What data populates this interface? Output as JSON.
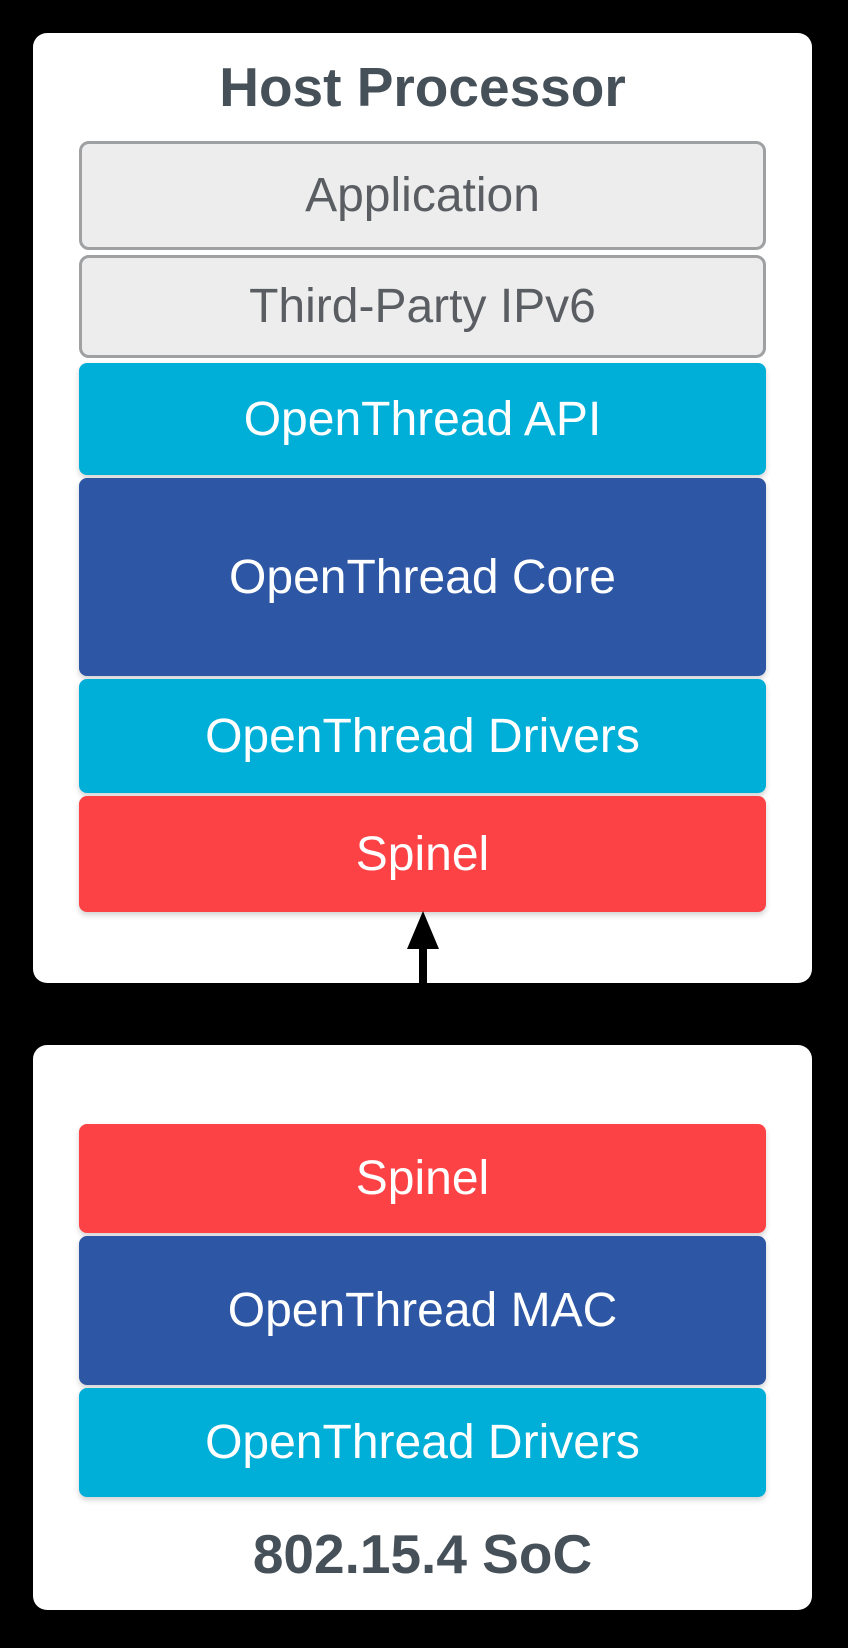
{
  "host_card": {
    "title": "Host Processor",
    "layers": [
      {
        "label": "Application",
        "type": "gray"
      },
      {
        "label": "Third-Party IPv6",
        "type": "gray"
      },
      {
        "label": "OpenThread API",
        "type": "cyan"
      },
      {
        "label": "OpenThread Core",
        "type": "blue"
      },
      {
        "label": "OpenThread Drivers",
        "type": "cyan"
      },
      {
        "label": "Spinel",
        "type": "red"
      }
    ]
  },
  "connector": {
    "name": "bidirectional-arrow",
    "direction": "vertical"
  },
  "soc_card": {
    "title": "802.15.4 SoC",
    "layers": [
      {
        "label": "Spinel",
        "type": "red"
      },
      {
        "label": "OpenThread MAC",
        "type": "blue"
      },
      {
        "label": "OpenThread Drivers",
        "type": "cyan"
      }
    ]
  },
  "colors": {
    "page_bg": "#000000",
    "card_bg": "#ffffff",
    "cyan": "#00AFD8",
    "blue": "#2D56A5",
    "red": "#FC4245",
    "gray_fill": "#EDEDED",
    "gray_border": "#9EA0A2",
    "title_text": "#465058",
    "gray_text": "#5A5E63",
    "white_text": "#ffffff",
    "arrow": "#000000"
  }
}
